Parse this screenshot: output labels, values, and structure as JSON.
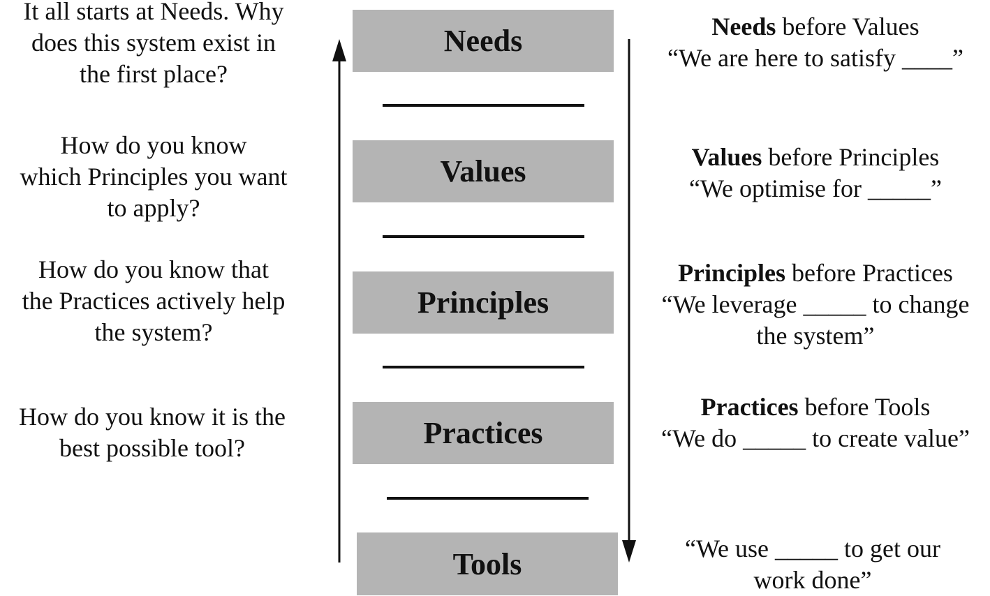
{
  "questions": [
    {
      "lines": [
        "It all starts at Needs. Why",
        "does this system exist in",
        "the first place?"
      ]
    },
    {
      "lines": [
        "How do you know",
        "which Principles you want",
        "to apply?"
      ]
    },
    {
      "lines": [
        "How do you know that",
        "the Practices actively help",
        "the system?"
      ]
    },
    {
      "lines": [
        "How do you know it is the",
        "best possible tool?"
      ]
    }
  ],
  "levels": [
    "Needs",
    "Values",
    "Principles",
    "Practices",
    "Tools"
  ],
  "statements": [
    {
      "bold": "Needs",
      "rest": " before Values",
      "lines": [
        "“We are here to satisfy ____”"
      ]
    },
    {
      "bold": "Values",
      "rest": " before Principles",
      "lines": [
        "“We optimise for _____”"
      ]
    },
    {
      "bold": "Principles",
      "rest": " before Practices",
      "lines": [
        "“We leverage _____ to change",
        "the system”"
      ]
    },
    {
      "bold": "Practices",
      "rest": " before Tools",
      "lines": [
        "“We do _____ to create value”"
      ]
    },
    {
      "bold": "",
      "rest": "",
      "lines": [
        "“We use _____ to get our",
        "work done”"
      ]
    }
  ],
  "colors": {
    "box_fill": "#b4b4b4",
    "ink": "#111111"
  }
}
